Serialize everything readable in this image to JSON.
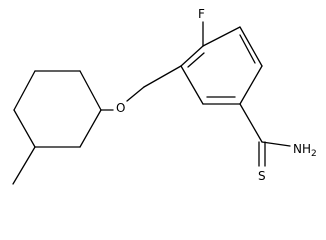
{
  "molecule": {
    "atom_labels": {
      "fluorine": "F",
      "oxygen": "O",
      "sulfur": "S",
      "amine": "NH",
      "amine_subscript": "2"
    },
    "colors": {
      "bond": "#000000",
      "background": "#ffffff"
    }
  }
}
